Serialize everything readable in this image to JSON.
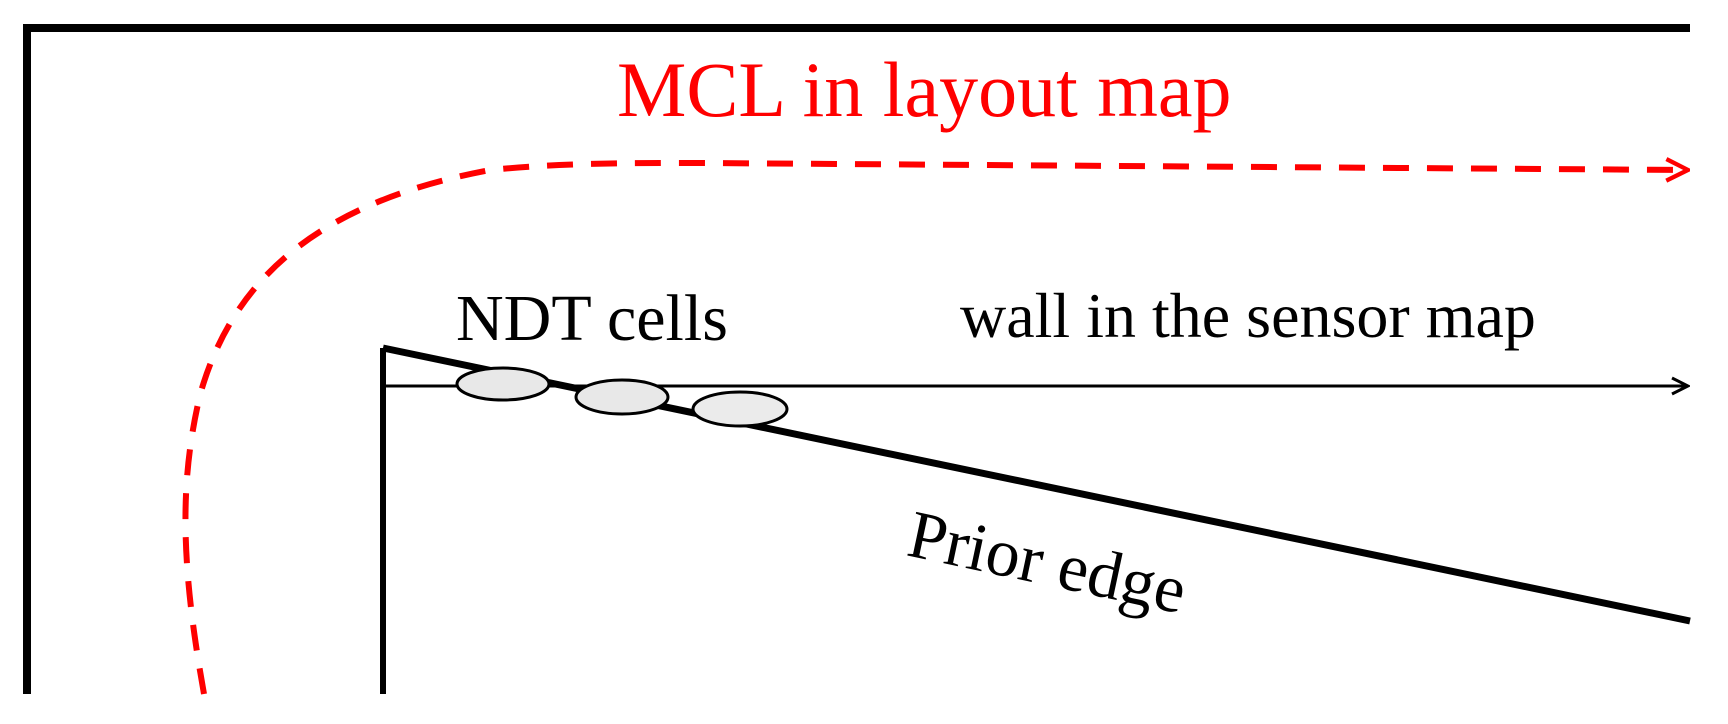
{
  "labels": {
    "mcl": "MCL in layout map",
    "ndt_cells": "NDT cells",
    "wall": "wall in the sensor map",
    "prior_edge": "Prior edge"
  },
  "colors": {
    "mcl_path": "#ff0000",
    "lines": "#000000",
    "cell_fill": "#e8e8e8"
  }
}
